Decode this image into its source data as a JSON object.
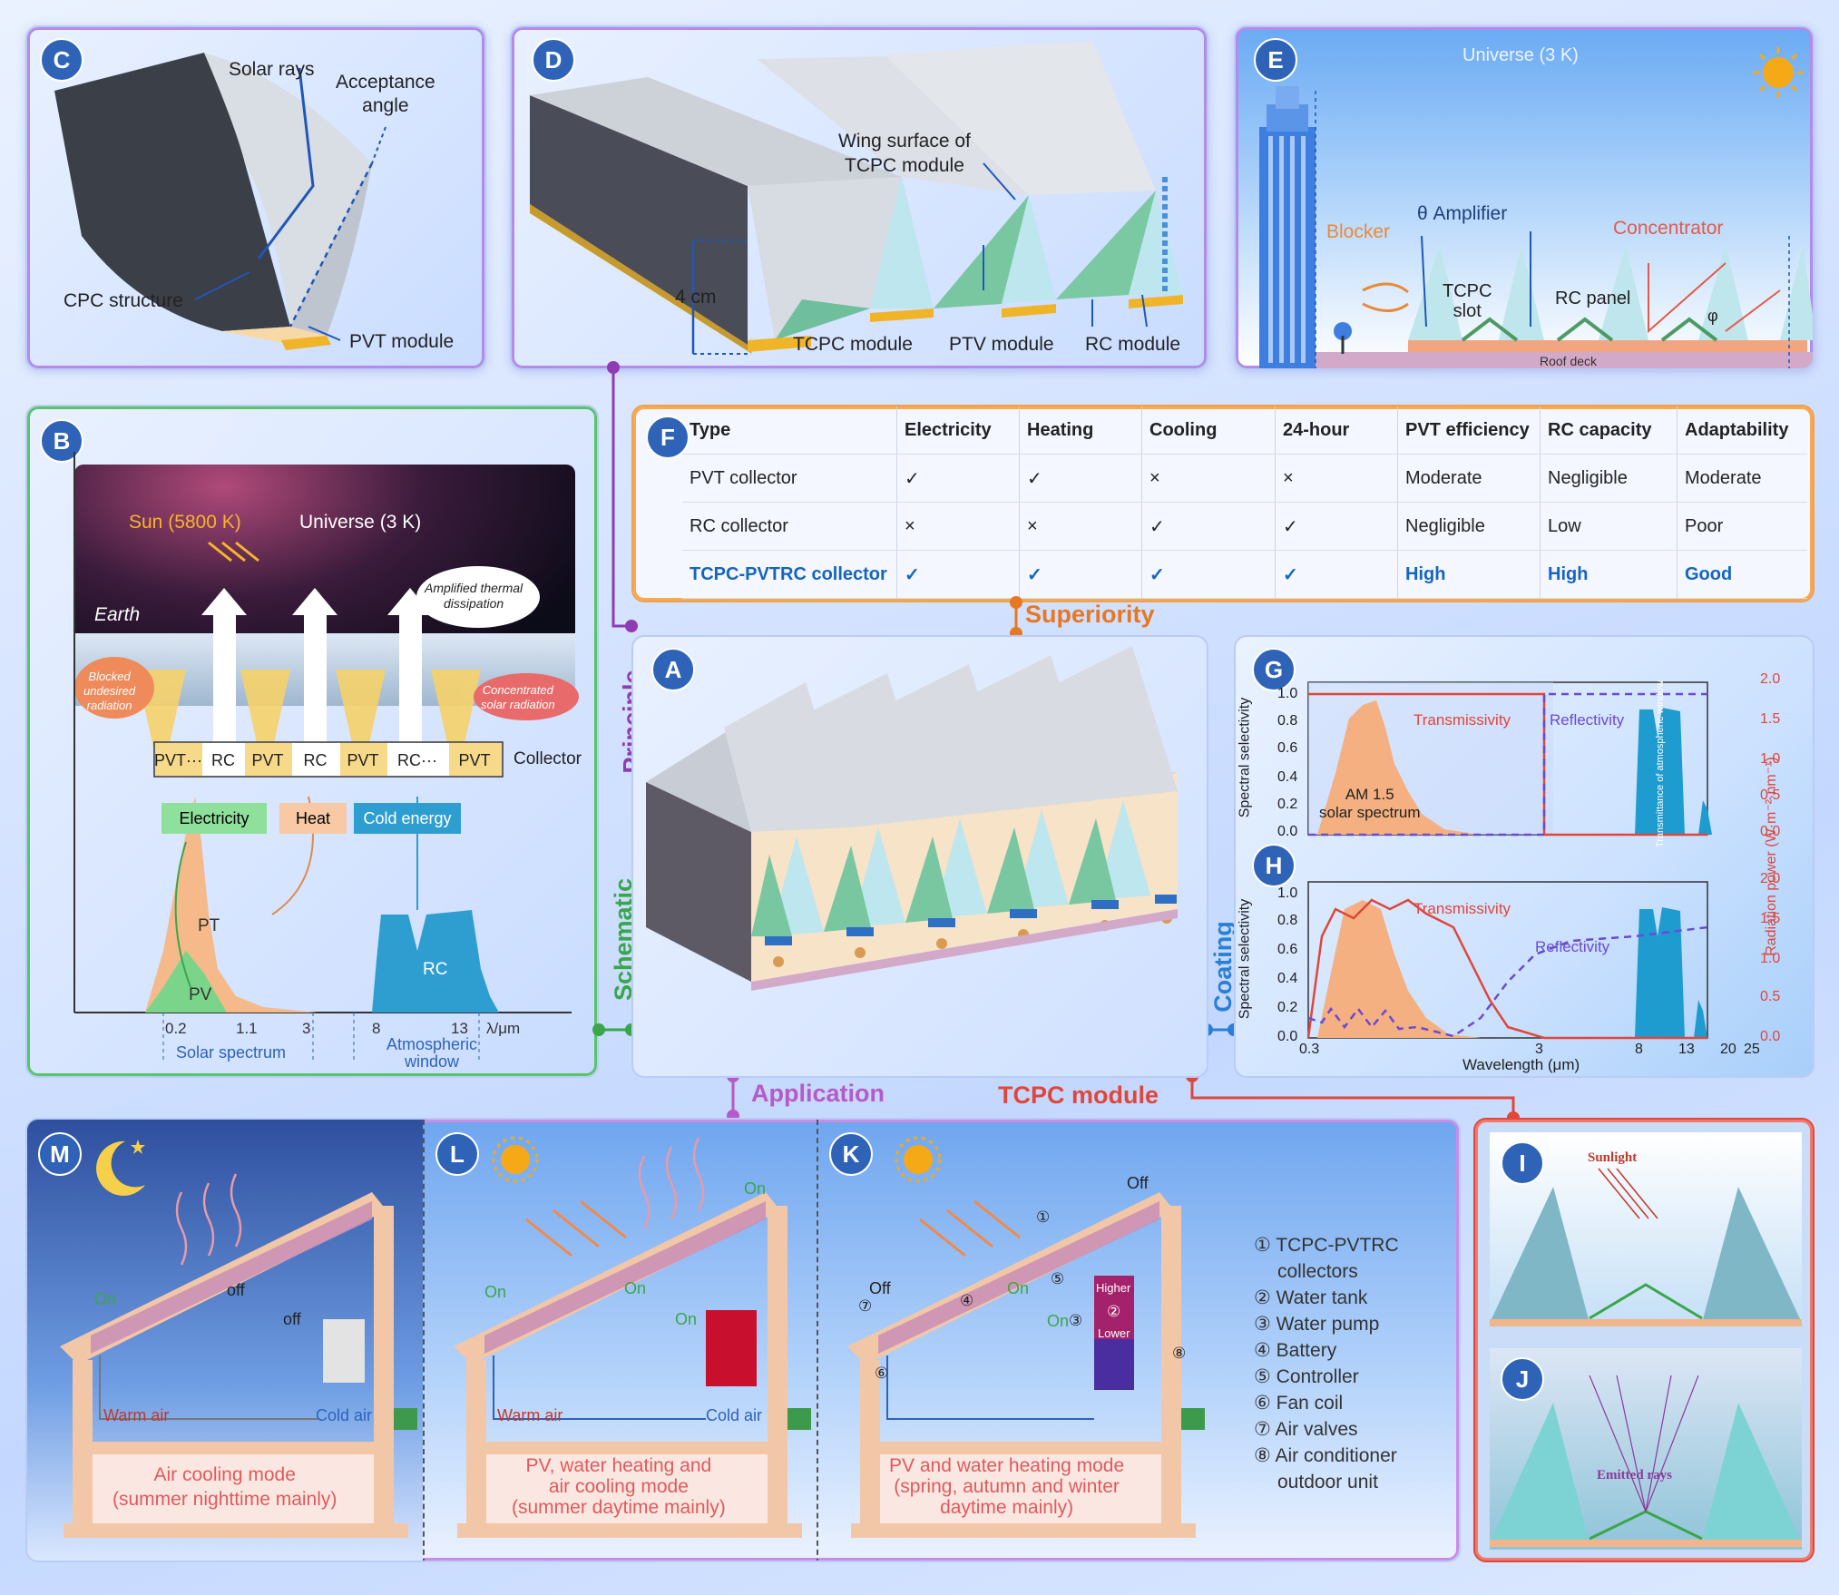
{
  "colors": {
    "principle": "#8e3bb5",
    "schematic": "#3aa64a",
    "coating": "#2a7fd6",
    "superiority": "#e87722",
    "application": "#b55ac7",
    "tcpc": "#e0463a",
    "badge": "#2e63b8",
    "highlight": "#1565c0"
  },
  "badges": {
    "a": "A",
    "b": "B",
    "c": "C",
    "d": "D",
    "e": "E",
    "f": "F",
    "g": "G",
    "h": "H",
    "i": "I",
    "j": "J",
    "k": "K",
    "l": "L",
    "m": "M"
  },
  "connectors": {
    "principle": "Principle",
    "schematic": "Schematic",
    "coating": "Coating",
    "superiority": "Superiority",
    "application": "Application",
    "tcpc_module": "TCPC module"
  },
  "panel_c": {
    "solar_rays": "Solar rays",
    "acceptance_angle_1": "Acceptance",
    "acceptance_angle_2": "angle",
    "cpc_structure": "CPC structure",
    "pvt_module": "PVT module"
  },
  "panel_d": {
    "wing_1": "Wing surface of",
    "wing_2": "TCPC module",
    "height": "4 cm",
    "tcpc_module": "TCPC module",
    "ptv_module": "PTV module",
    "rc_module": "RC module"
  },
  "panel_e": {
    "universe": "Universe (3 K)",
    "blocker": "Blocker",
    "amplifier": "θ Amplifier",
    "concentrator": "Concentrator",
    "tcpc_slot_1": "TCPC",
    "tcpc_slot_2": "slot",
    "rc_panel": "RC panel",
    "phi": "φ",
    "roof_deck": "Roof deck"
  },
  "panel_b": {
    "sun": "Sun (5800 K)",
    "universe": "Universe (3 K)",
    "earth": "Earth",
    "amplified_1": "Amplified thermal",
    "amplified_2": "dissipation",
    "blocked_1": "Blocked",
    "blocked_2": "undesired",
    "blocked_3": "radiation",
    "concentrated_1": "Concentrated",
    "concentrated_2": "solar radiation",
    "collector_cells": [
      "PVT···",
      "RC",
      "PVT",
      "RC",
      "PVT",
      "RC···",
      "PVT"
    ],
    "collector": "Collector",
    "electricity": "Electricity",
    "heat": "Heat",
    "cold_energy": "Cold energy",
    "pt": "PT",
    "pv": "PV",
    "rc": "RC",
    "ticks": [
      "0.2",
      "1.1",
      "3",
      "8",
      "13"
    ],
    "unit": "λ/μm",
    "solar_spectrum": "Solar spectrum",
    "atm_1": "Atmospheric",
    "atm_2": "window"
  },
  "table": {
    "headers": [
      "Type",
      "Electricity",
      "Heating",
      "Cooling",
      "24-hour",
      "PVT efficiency",
      "RC capacity",
      "Adaptability"
    ],
    "rows": [
      [
        "PVT collector",
        "✓",
        "✓",
        "×",
        "×",
        "Moderate",
        "Negligible",
        "Moderate"
      ],
      [
        "RC collector",
        "×",
        "×",
        "✓",
        "✓",
        "Negligible",
        "Low",
        "Poor"
      ],
      [
        "TCPC-PVTRC collector",
        "✓",
        "✓",
        "✓",
        "✓",
        "High",
        "High",
        "Good"
      ]
    ]
  },
  "chart_data": [
    {
      "type": "area",
      "panel": "G",
      "ylabel": "Spectral selectivity",
      "ylabel_right": "Radiation power (W·m⁻²·nm⁻¹)",
      "ylim": [
        0.0,
        1.0
      ],
      "ylim_right": [
        0.0,
        2.0
      ],
      "yticks": [
        "0.0",
        "0.2",
        "0.4",
        "0.6",
        "0.8",
        "1.0"
      ],
      "yticks_right": [
        "0.0",
        "0.5",
        "1.0",
        "1.5",
        "2.0"
      ],
      "series": [
        {
          "name": "Transmissivity",
          "type": "line"
        },
        {
          "name": "Reflectivity",
          "type": "line"
        }
      ],
      "annotations": [
        "AM 1.5",
        "solar spectrum",
        "Transmittance of atmospheric window"
      ]
    },
    {
      "type": "area",
      "panel": "H",
      "xlabel": "Wavelength (μm)",
      "ylabel": "Spectral selectivity",
      "ylim": [
        0.0,
        1.0
      ],
      "ylim_right": [
        0.0,
        2.0
      ],
      "xticks": [
        "0.3",
        "3",
        "8",
        "13",
        "20",
        "25"
      ],
      "yticks": [
        "0.0",
        "0.2",
        "0.4",
        "0.6",
        "0.8",
        "1.0"
      ],
      "yticks_right": [
        "0.0",
        "0.5",
        "1.0",
        "1.5",
        "2.0"
      ],
      "series": [
        {
          "name": "Transmissivity",
          "type": "line"
        },
        {
          "name": "Reflectivity",
          "type": "line"
        }
      ]
    }
  ],
  "panel_m": {
    "on": "On",
    "off1": "off",
    "off2": "off",
    "warm_air": "Warm air",
    "cold_air": "Cold air",
    "mode_1": "Air cooling mode",
    "mode_2": "(summer nighttime mainly)"
  },
  "panel_l": {
    "on1": "On",
    "on2": "On",
    "on3": "On",
    "on4": "On",
    "warm_air": "Warm air",
    "cold_air": "Cold air",
    "mode_1": "PV, water heating and",
    "mode_2": "air cooling mode",
    "mode_3": "(summer daytime mainly)"
  },
  "panel_k": {
    "off1": "Off",
    "off2": "Off",
    "on1": "On",
    "on2": "On",
    "higher": "Higher",
    "lower": "Lower",
    "mode_1": "PV and water heating mode",
    "mode_2": "(spring, autumn and winter",
    "mode_3": "daytime mainly)",
    "n1": "①",
    "n2": "②",
    "n3": "③",
    "n4": "④",
    "n5": "⑤",
    "n6": "⑥",
    "n7": "⑦",
    "n8": "⑧"
  },
  "legend": [
    "① TCPC-PVTRC",
    "   collectors",
    "② Water tank",
    "③ Water pump",
    "④ Battery",
    "⑤ Controller",
    "⑥ Fan coil",
    "⑦ Air valves",
    "⑧ Air conditioner",
    "   outdoor unit"
  ],
  "panel_i": {
    "sunlight": "Sunlight"
  },
  "panel_j": {
    "emitted": "Emitted rays"
  }
}
